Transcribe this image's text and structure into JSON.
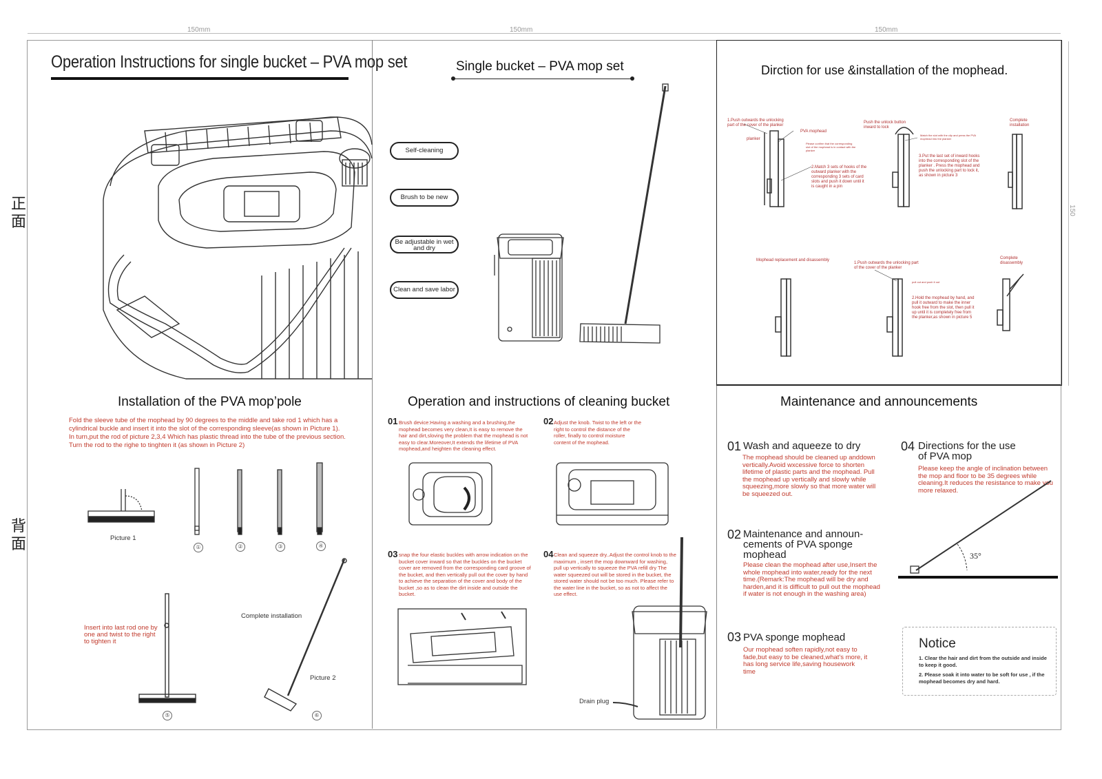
{
  "dimensions": {
    "col1": "150mm",
    "col2": "150mm",
    "col3": "150mm",
    "height": "150"
  },
  "side_labels": {
    "front": "正\n面",
    "back": "背\n面"
  },
  "main_title": "Operation Instructions for single bucket – PVA mop set",
  "product": {
    "title": "Single bucket – PVA mop set",
    "features": [
      "Self-cleaning",
      "Brush to be new",
      "Be adjustable in wet and dry",
      "Clean and save labor"
    ]
  },
  "mophead_direction": {
    "title": "Dirction for use &installation of the mophead.",
    "labels": {
      "push_unlock_1": "1.Push outwards the unlocking part of the cover of the planker",
      "planker": "planker",
      "pva_mophead": "PVA mophead",
      "please_confirm": "Please confirm that the corresponding slot of the mophead is in contact with the planker",
      "match_hooks": "2.Match 3 sets of hooks of the outward planker with the corresponding 3 sets of card slots and push it down until it is caught in a pin",
      "push_unlock_button": "Push the unlock button inward to lock",
      "match_slot": "Match the slot with the clip and press the PVA mophead into the planker",
      "put_last_set": "3.Put the last set of inward hooks into the corresponding slot of the planker . Press the mophead and push the unlocking part to lock it, as shown in picture 3",
      "complete_installation": "Complete installation",
      "replacement": "Mophead replacement and disassembly",
      "push_unlock_2": "1.Push outwards the unlocking part of the cover of the planker",
      "pull_out": "pull out and push it out",
      "hold_mophead": "2.Hold the mophead by hand, and pull it outward to make the inner hook free from the slot, then pull it up until it is completely free from the planker,as shown in picture 5",
      "complete_disassembly": "Complete disassembly"
    }
  },
  "installation": {
    "title": "Installation of the PVA mop’pole",
    "text": [
      "Fold the sleeve tube of the mophead by 90 degrees to the middle and take rod 1 which has a",
      "cylindrical buckle and insert it into the slot of the corresponding sleeve(as shown in Picture 1).",
      "In turn,put the rod of picture 2,3,4 Which has plastic thread into the tube of the previous section.",
      "Turn the rod to the righe to tinghten it (as shown in Picture 2)"
    ],
    "picture1": "Picture 1",
    "picture2": "Picture 2",
    "insert_label": "Insert into last rod one by one and twist to the right to tighten it",
    "complete_label": "Complete installation",
    "rod_numbers": [
      "①",
      "②",
      "③",
      "④",
      "⑤",
      "⑥"
    ]
  },
  "bucket": {
    "title": "Operation and instructions of cleaning bucket",
    "steps": [
      {
        "num": "01",
        "text": "Brush device:Having a washing and a brushing,the mophead becomes very clean,It is easy to remove the hair and dirt,sloving the problem that the mophead is not easy to clear.Moreover,It extends the lifetime of PVA mophead,and heighten the cleaning effect."
      },
      {
        "num": "02",
        "text": "Adjust the knob. Twist to the left or the right to control the distance of the roller, finally to control moisture content of the mophead."
      },
      {
        "num": "03",
        "text": "snap the four elastic buckles with arrow indication on the bucket cover inward so that the buckles on the bucket cover are removed from the corresponding card groove of the bucket, and then vertically pull out the cover by hand to achieve the separation of the cover and body of the bucket ,so as to clean the dirt inside and outside the bucket."
      },
      {
        "num": "04",
        "text": "Clean and squeeze dry..Adjust the control knob to the maximum , insert the mop downward for washing, pull up vertically to squeeze the PVA refill dry The water squeezed out will be stored in the bucket, the stored water should not be too much. Please refer to the water line in the bucket, so as not to affect the use effect."
      }
    ],
    "drain_plug": "Drain plug"
  },
  "maintenance": {
    "title": "Maintenance and announcements",
    "items": [
      {
        "num": "01",
        "head": "Wash and aqueeze to dry",
        "text": "The mophead should be cleaned up anddown vertically.Avoid wxcessive force to shorten lifetime of plastic parts and the mophead. Pull the mophead up vertically and slowly while squeezing,more slowly so that more water will be squeezed out."
      },
      {
        "num": "02",
        "head": "Maintenance and announ-cements of PVA sponge mophead",
        "text": "Please clean the mophead after use,Insert the whole mophead into water,ready for the next time.(Remark:The mophead will be dry and harden,and it is difficult to pull out the mophead if water is not enough in the washing area)"
      },
      {
        "num": "03",
        "head": "PVA sponge mophead",
        "text": "Our mophead soften rapidly,not easy to fade,but easy to be cleaned,what's more, it has long service life,saving housework time"
      },
      {
        "num": "04",
        "head": "Directions for the use of PVA mop",
        "text": "Please keep the angle of inclination between the mop and floor to be 35 degrees while cleaning.It reduces the resistance to make you more relaxed."
      }
    ],
    "angle": "35°",
    "notice": {
      "title": "Notice",
      "items": [
        "1. Clear the hair and dirt from the outside and inside to keep it good.",
        "2. Please soak it into water to be soft for use , if the mophead becomes dry and hard."
      ]
    }
  }
}
